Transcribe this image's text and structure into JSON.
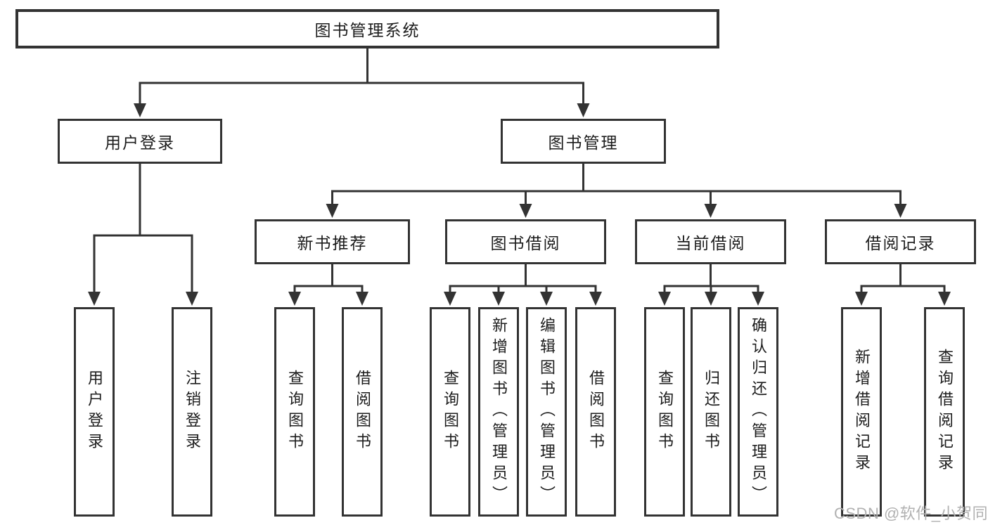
{
  "diagram_type": "hierarchy-tree",
  "structure": {
    "label": "图书管理系统",
    "children": [
      {
        "label": "用户登录",
        "children": [
          {
            "label": "用户登录"
          },
          {
            "label": "注销登录"
          }
        ]
      },
      {
        "label": "图书管理",
        "children": [
          {
            "label": "新书推荐",
            "children": [
              {
                "label": "查询图书"
              },
              {
                "label": "借阅图书"
              }
            ]
          },
          {
            "label": "图书借阅",
            "children": [
              {
                "label": "查询图书"
              },
              {
                "label": "新增图书（管理员）"
              },
              {
                "label": "编辑图书（管理员）"
              },
              {
                "label": "借阅图书"
              }
            ]
          },
          {
            "label": "当前借阅",
            "children": [
              {
                "label": "查询图书"
              },
              {
                "label": "归还图书"
              },
              {
                "label": "确认归还（管理员）"
              }
            ]
          },
          {
            "label": "借阅记录",
            "children": [
              {
                "label": "新增借阅记录"
              },
              {
                "label": "查询借阅记录"
              }
            ]
          }
        ]
      }
    ]
  },
  "watermark": {
    "text": "CSDN @软件_小贺同学"
  },
  "colors": {
    "line": "#333333",
    "box_border": "#333333",
    "text": "#1c1c1c",
    "watermark": "#b1b1b1",
    "background": "#ffffff"
  }
}
